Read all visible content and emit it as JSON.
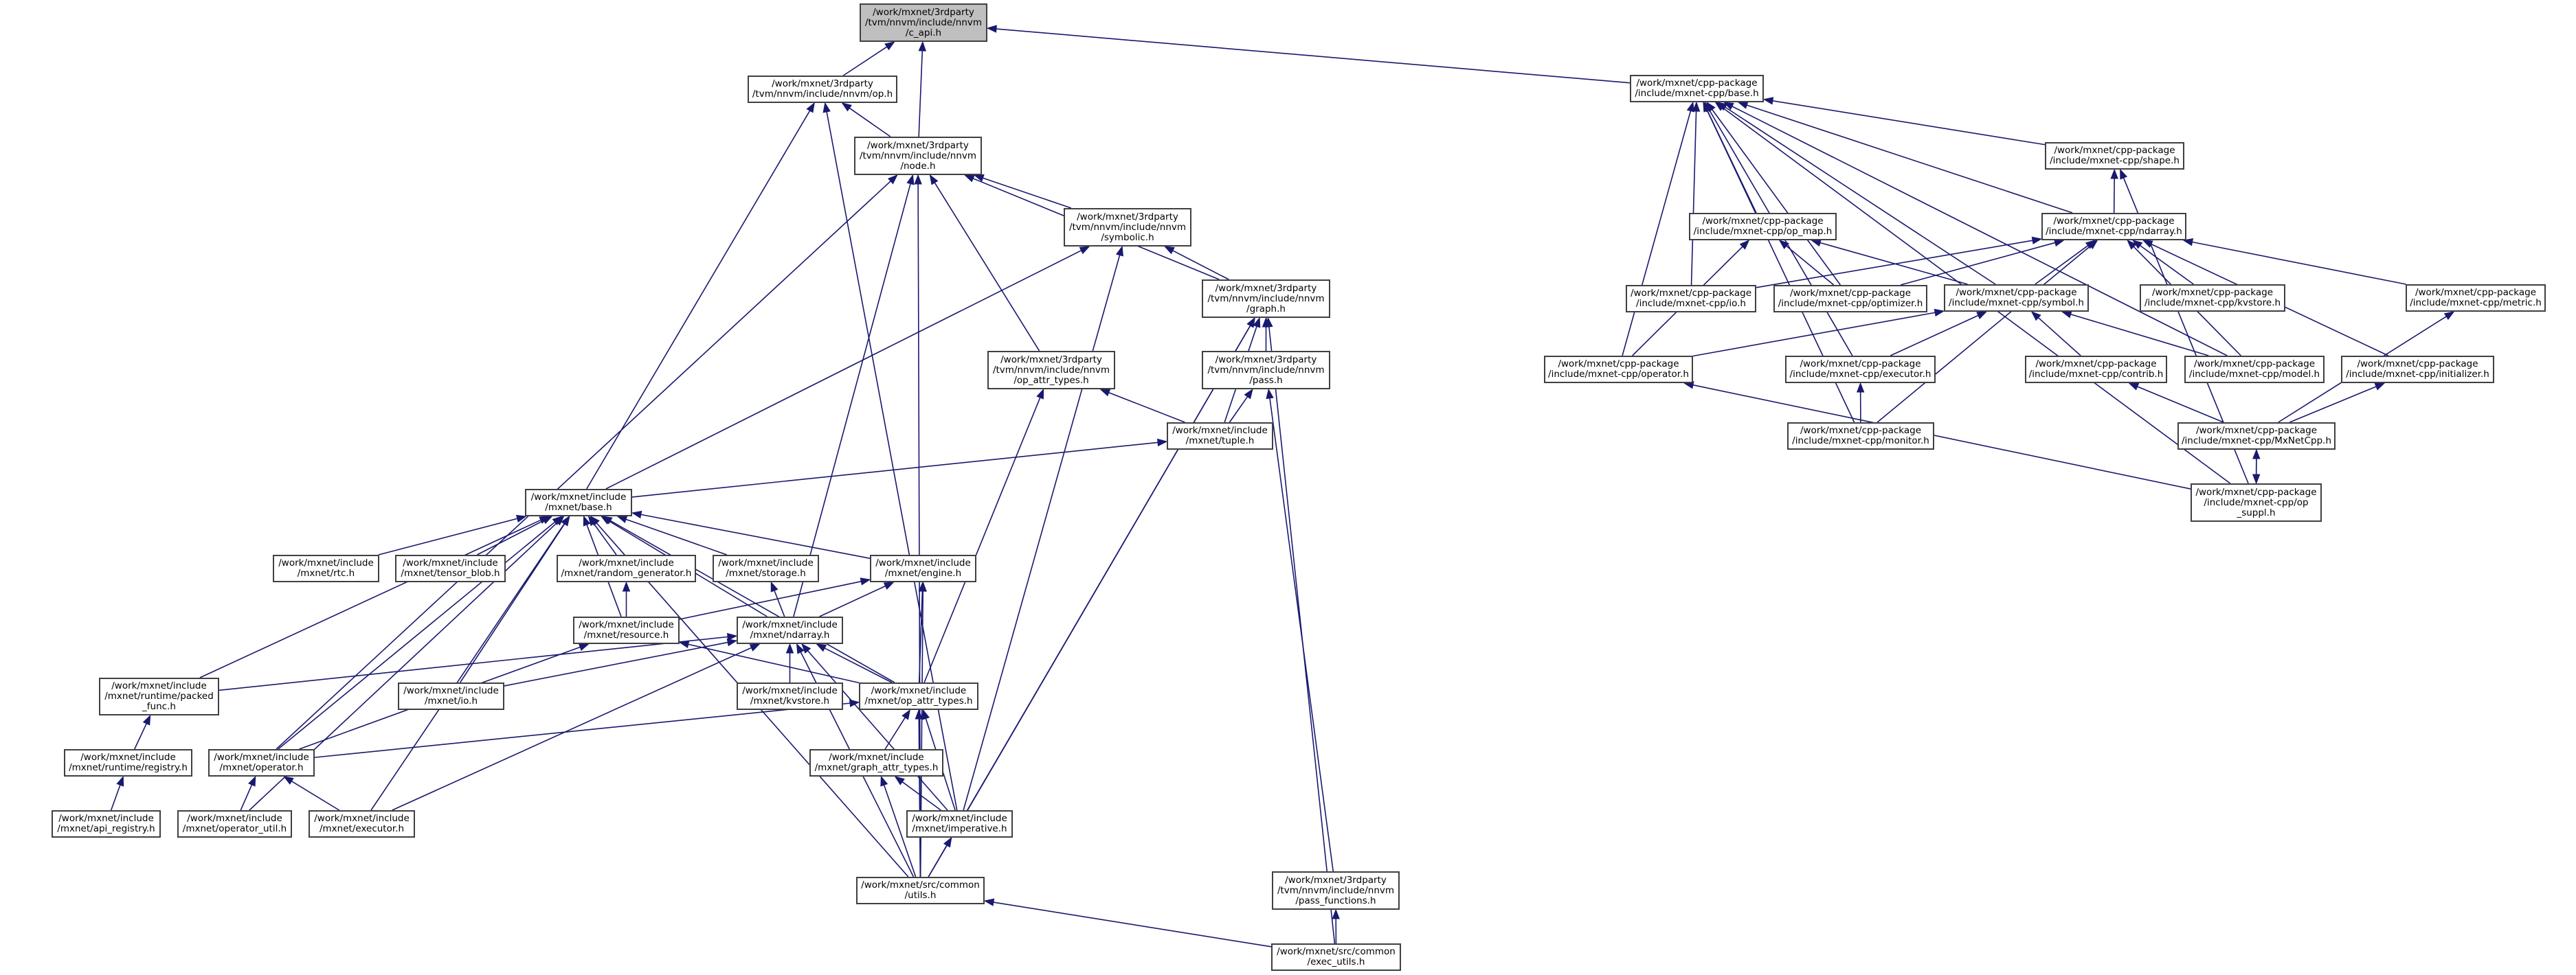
{
  "graph": {
    "title": "Include dependency graph for /work/mxnet/3rdparty/tvm/nnvm/include/nnvm/c_api.h (included-by graph)",
    "edge_color": "#191970",
    "highlight_fill": "#bfbfbf",
    "nodes": [
      {
        "id": "c_api",
        "label": "/work/mxnet/3rdparty\n/tvm/nnvm/include/nnvm\n/c_api.h",
        "highlight": true
      },
      {
        "id": "nnvm_op",
        "label": "/work/mxnet/3rdparty\n/tvm/nnvm/include/nnvm/op.h"
      },
      {
        "id": "nnvm_node",
        "label": "/work/mxnet/3rdparty\n/tvm/nnvm/include/nnvm\n/node.h"
      },
      {
        "id": "nnvm_symbolic",
        "label": "/work/mxnet/3rdparty\n/tvm/nnvm/include/nnvm\n/symbolic.h"
      },
      {
        "id": "nnvm_graph",
        "label": "/work/mxnet/3rdparty\n/tvm/nnvm/include/nnvm\n/graph.h"
      },
      {
        "id": "nnvm_op_attr_types",
        "label": "/work/mxnet/3rdparty\n/tvm/nnvm/include/nnvm\n/op_attr_types.h"
      },
      {
        "id": "nnvm_pass",
        "label": "/work/mxnet/3rdparty\n/tvm/nnvm/include/nnvm\n/pass.h"
      },
      {
        "id": "tuple",
        "label": "/work/mxnet/include\n/mxnet/tuple.h"
      },
      {
        "id": "base",
        "label": "/work/mxnet/include\n/mxnet/base.h"
      },
      {
        "id": "rtc",
        "label": "/work/mxnet/include\n/mxnet/rtc.h"
      },
      {
        "id": "tensor_blob",
        "label": "/work/mxnet/include\n/mxnet/tensor_blob.h"
      },
      {
        "id": "random_generator",
        "label": "/work/mxnet/include\n/mxnet/random_generator.h"
      },
      {
        "id": "storage",
        "label": "/work/mxnet/include\n/mxnet/storage.h"
      },
      {
        "id": "engine",
        "label": "/work/mxnet/include\n/mxnet/engine.h"
      },
      {
        "id": "resource",
        "label": "/work/mxnet/include\n/mxnet/resource.h"
      },
      {
        "id": "ndarray",
        "label": "/work/mxnet/include\n/mxnet/ndarray.h"
      },
      {
        "id": "packed_func",
        "label": "/work/mxnet/include\n/mxnet/runtime/packed\n_func.h"
      },
      {
        "id": "io",
        "label": "/work/mxnet/include\n/mxnet/io.h"
      },
      {
        "id": "kvstore",
        "label": "/work/mxnet/include\n/mxnet/kvstore.h"
      },
      {
        "id": "op_attr_types",
        "label": "/work/mxnet/include\n/mxnet/op_attr_types.h"
      },
      {
        "id": "registry",
        "label": "/work/mxnet/include\n/mxnet/runtime/registry.h"
      },
      {
        "id": "operator",
        "label": "/work/mxnet/include\n/mxnet/operator.h"
      },
      {
        "id": "graph_attr_types",
        "label": "/work/mxnet/include\n/mxnet/graph_attr_types.h"
      },
      {
        "id": "api_registry",
        "label": "/work/mxnet/include\n/mxnet/api_registry.h"
      },
      {
        "id": "operator_util",
        "label": "/work/mxnet/include\n/mxnet/operator_util.h"
      },
      {
        "id": "executor",
        "label": "/work/mxnet/include\n/mxnet/executor.h"
      },
      {
        "id": "imperative",
        "label": "/work/mxnet/include\n/mxnet/imperative.h"
      },
      {
        "id": "utils",
        "label": "/work/mxnet/src/common\n/utils.h"
      },
      {
        "id": "pass_functions",
        "label": "/work/mxnet/3rdparty\n/tvm/nnvm/include/nnvm\n/pass_functions.h"
      },
      {
        "id": "exec_utils",
        "label": "/work/mxnet/src/common\n/exec_utils.h"
      },
      {
        "id": "cpp_base",
        "label": "/work/mxnet/cpp-package\n/include/mxnet-cpp/base.h"
      },
      {
        "id": "cpp_shape",
        "label": "/work/mxnet/cpp-package\n/include/mxnet-cpp/shape.h"
      },
      {
        "id": "cpp_op_map",
        "label": "/work/mxnet/cpp-package\n/include/mxnet-cpp/op_map.h"
      },
      {
        "id": "cpp_ndarray",
        "label": "/work/mxnet/cpp-package\n/include/mxnet-cpp/ndarray.h"
      },
      {
        "id": "cpp_io",
        "label": "/work/mxnet/cpp-package\n/include/mxnet-cpp/io.h"
      },
      {
        "id": "cpp_optimizer",
        "label": "/work/mxnet/cpp-package\n/include/mxnet-cpp/optimizer.h"
      },
      {
        "id": "cpp_symbol",
        "label": "/work/mxnet/cpp-package\n/include/mxnet-cpp/symbol.h"
      },
      {
        "id": "cpp_kvstore",
        "label": "/work/mxnet/cpp-package\n/include/mxnet-cpp/kvstore.h"
      },
      {
        "id": "cpp_metric",
        "label": "/work/mxnet/cpp-package\n/include/mxnet-cpp/metric.h"
      },
      {
        "id": "cpp_operator",
        "label": "/work/mxnet/cpp-package\n/include/mxnet-cpp/operator.h"
      },
      {
        "id": "cpp_executor",
        "label": "/work/mxnet/cpp-package\n/include/mxnet-cpp/executor.h"
      },
      {
        "id": "cpp_contrib",
        "label": "/work/mxnet/cpp-package\n/include/mxnet-cpp/contrib.h"
      },
      {
        "id": "cpp_model",
        "label": "/work/mxnet/cpp-package\n/include/mxnet-cpp/model.h"
      },
      {
        "id": "cpp_initializer",
        "label": "/work/mxnet/cpp-package\n/include/mxnet-cpp/initializer.h"
      },
      {
        "id": "cpp_monitor",
        "label": "/work/mxnet/cpp-package\n/include/mxnet-cpp/monitor.h"
      },
      {
        "id": "cpp_mxnetcpp",
        "label": "/work/mxnet/cpp-package\n/include/mxnet-cpp/MxNetCpp.h"
      },
      {
        "id": "cpp_op_suppl",
        "label": "/work/mxnet/cpp-package\n/include/mxnet-cpp/op\n_suppl.h"
      }
    ],
    "edges": [
      {
        "from": "nnvm_op",
        "to": "c_api"
      },
      {
        "from": "nnvm_node",
        "to": "c_api"
      },
      {
        "from": "cpp_base",
        "to": "c_api"
      },
      {
        "from": "nnvm_node",
        "to": "nnvm_op"
      },
      {
        "from": "base",
        "to": "nnvm_op"
      },
      {
        "from": "imperative",
        "to": "nnvm_op"
      },
      {
        "from": "nnvm_symbolic",
        "to": "nnvm_node"
      },
      {
        "from": "nnvm_graph",
        "to": "nnvm_node"
      },
      {
        "from": "nnvm_op_attr_types",
        "to": "nnvm_node"
      },
      {
        "from": "operator",
        "to": "nnvm_node"
      },
      {
        "from": "ndarray",
        "to": "nnvm_node"
      },
      {
        "from": "utils",
        "to": "nnvm_node"
      },
      {
        "from": "nnvm_graph",
        "to": "nnvm_symbolic"
      },
      {
        "from": "base",
        "to": "nnvm_symbolic"
      },
      {
        "from": "imperative",
        "to": "nnvm_symbolic"
      },
      {
        "from": "nnvm_pass",
        "to": "nnvm_graph"
      },
      {
        "from": "tuple",
        "to": "nnvm_graph"
      },
      {
        "from": "imperative",
        "to": "nnvm_graph"
      },
      {
        "from": "utils",
        "to": "nnvm_graph"
      },
      {
        "from": "exec_utils",
        "to": "nnvm_graph"
      },
      {
        "from": "tuple",
        "to": "nnvm_op_attr_types"
      },
      {
        "from": "op_attr_types",
        "to": "nnvm_op_attr_types"
      },
      {
        "from": "tuple",
        "to": "nnvm_pass"
      },
      {
        "from": "pass_functions",
        "to": "nnvm_pass"
      },
      {
        "from": "base",
        "to": "tuple"
      },
      {
        "from": "rtc",
        "to": "base"
      },
      {
        "from": "tensor_blob",
        "to": "base"
      },
      {
        "from": "random_generator",
        "to": "base"
      },
      {
        "from": "storage",
        "to": "base"
      },
      {
        "from": "engine",
        "to": "base"
      },
      {
        "from": "resource",
        "to": "base"
      },
      {
        "from": "ndarray",
        "to": "base"
      },
      {
        "from": "packed_func",
        "to": "base"
      },
      {
        "from": "io",
        "to": "base"
      },
      {
        "from": "op_attr_types",
        "to": "base"
      },
      {
        "from": "operator",
        "to": "base"
      },
      {
        "from": "operator_util",
        "to": "base"
      },
      {
        "from": "executor",
        "to": "base"
      },
      {
        "from": "utils",
        "to": "base"
      },
      {
        "from": "resource",
        "to": "random_generator"
      },
      {
        "from": "ndarray",
        "to": "storage"
      },
      {
        "from": "resource",
        "to": "engine"
      },
      {
        "from": "ndarray",
        "to": "engine"
      },
      {
        "from": "op_attr_types",
        "to": "engine"
      },
      {
        "from": "utils",
        "to": "engine"
      },
      {
        "from": "operator",
        "to": "resource"
      },
      {
        "from": "op_attr_types",
        "to": "resource"
      },
      {
        "from": "packed_func",
        "to": "ndarray"
      },
      {
        "from": "io",
        "to": "ndarray"
      },
      {
        "from": "kvstore",
        "to": "ndarray"
      },
      {
        "from": "op_attr_types",
        "to": "ndarray"
      },
      {
        "from": "executor",
        "to": "ndarray"
      },
      {
        "from": "imperative",
        "to": "ndarray"
      },
      {
        "from": "utils",
        "to": "ndarray"
      },
      {
        "from": "registry",
        "to": "packed_func"
      },
      {
        "from": "operator",
        "to": "op_attr_types"
      },
      {
        "from": "graph_attr_types",
        "to": "op_attr_types"
      },
      {
        "from": "imperative",
        "to": "op_attr_types"
      },
      {
        "from": "utils",
        "to": "op_attr_types"
      },
      {
        "from": "api_registry",
        "to": "registry"
      },
      {
        "from": "operator_util",
        "to": "operator"
      },
      {
        "from": "executor",
        "to": "operator"
      },
      {
        "from": "imperative",
        "to": "graph_attr_types"
      },
      {
        "from": "utils",
        "to": "graph_attr_types"
      },
      {
        "from": "utils",
        "to": "imperative"
      },
      {
        "from": "exec_utils",
        "to": "utils"
      },
      {
        "from": "exec_utils",
        "to": "pass_functions"
      },
      {
        "from": "cpp_shape",
        "to": "cpp_base"
      },
      {
        "from": "cpp_op_map",
        "to": "cpp_base"
      },
      {
        "from": "cpp_ndarray",
        "to": "cpp_base"
      },
      {
        "from": "cpp_io",
        "to": "cpp_base"
      },
      {
        "from": "cpp_optimizer",
        "to": "cpp_base"
      },
      {
        "from": "cpp_symbol",
        "to": "cpp_base"
      },
      {
        "from": "cpp_operator",
        "to": "cpp_base"
      },
      {
        "from": "cpp_executor",
        "to": "cpp_base"
      },
      {
        "from": "cpp_model",
        "to": "cpp_base"
      },
      {
        "from": "cpp_monitor",
        "to": "cpp_base"
      },
      {
        "from": "cpp_op_suppl",
        "to": "cpp_base"
      },
      {
        "from": "cpp_ndarray",
        "to": "cpp_shape"
      },
      {
        "from": "cpp_op_suppl",
        "to": "cpp_shape"
      },
      {
        "from": "cpp_optimizer",
        "to": "cpp_op_map"
      },
      {
        "from": "cpp_symbol",
        "to": "cpp_op_map"
      },
      {
        "from": "cpp_operator",
        "to": "cpp_op_map"
      },
      {
        "from": "cpp_io",
        "to": "cpp_ndarray"
      },
      {
        "from": "cpp_optimizer",
        "to": "cpp_ndarray"
      },
      {
        "from": "cpp_symbol",
        "to": "cpp_ndarray"
      },
      {
        "from": "cpp_kvstore",
        "to": "cpp_ndarray"
      },
      {
        "from": "cpp_metric",
        "to": "cpp_ndarray"
      },
      {
        "from": "cpp_model",
        "to": "cpp_ndarray"
      },
      {
        "from": "cpp_initializer",
        "to": "cpp_ndarray"
      },
      {
        "from": "cpp_monitor",
        "to": "cpp_ndarray"
      },
      {
        "from": "cpp_operator",
        "to": "cpp_symbol"
      },
      {
        "from": "cpp_executor",
        "to": "cpp_symbol"
      },
      {
        "from": "cpp_contrib",
        "to": "cpp_symbol"
      },
      {
        "from": "cpp_model",
        "to": "cpp_symbol"
      },
      {
        "from": "cpp_monitor",
        "to": "cpp_executor"
      },
      {
        "from": "cpp_op_suppl",
        "to": "cpp_operator"
      },
      {
        "from": "cpp_mxnetcpp",
        "to": "cpp_contrib"
      },
      {
        "from": "cpp_mxnetcpp",
        "to": "cpp_initializer"
      },
      {
        "from": "cpp_mxnetcpp",
        "to": "cpp_metric"
      },
      {
        "from": "cpp_op_suppl",
        "to": "cpp_mxnetcpp"
      },
      {
        "from": "cpp_mxnetcpp",
        "to": "cpp_op_suppl"
      }
    ]
  }
}
